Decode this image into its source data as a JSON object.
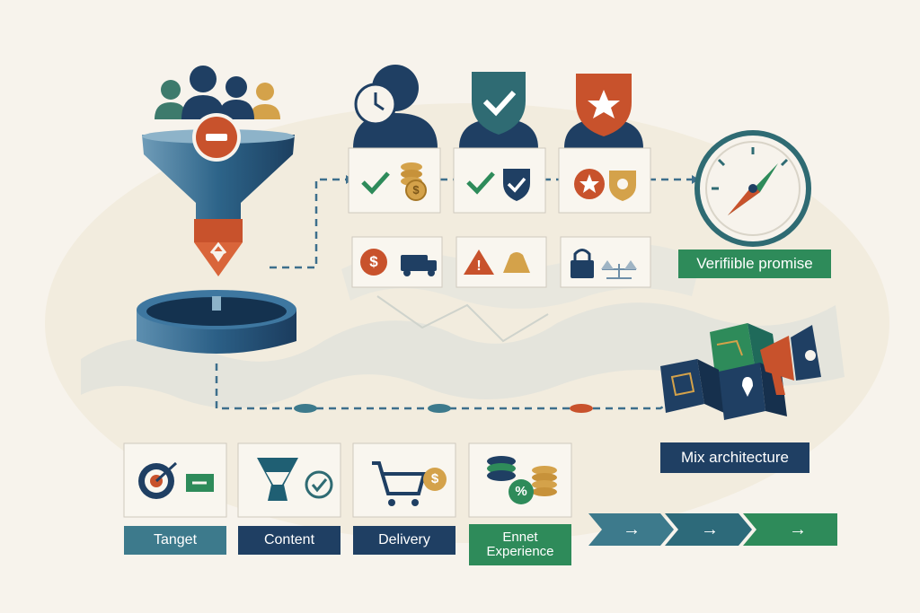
{
  "labels": {
    "verifiable": "Verifiible promise",
    "mix": "Mix architecture",
    "target": "Tanget",
    "content": "Content",
    "delivery": "Delivery",
    "experience": "Ennet Experience"
  },
  "icons": {
    "dollar": "$",
    "alert": "!",
    "percent": "%",
    "arrow": "→"
  },
  "colors": {
    "navy": "#1f3f63",
    "teal": "#3d7a8c",
    "green": "#2e8b5a",
    "orange": "#c8522c",
    "gold": "#d4a24a",
    "background": "#f7f3ec"
  }
}
